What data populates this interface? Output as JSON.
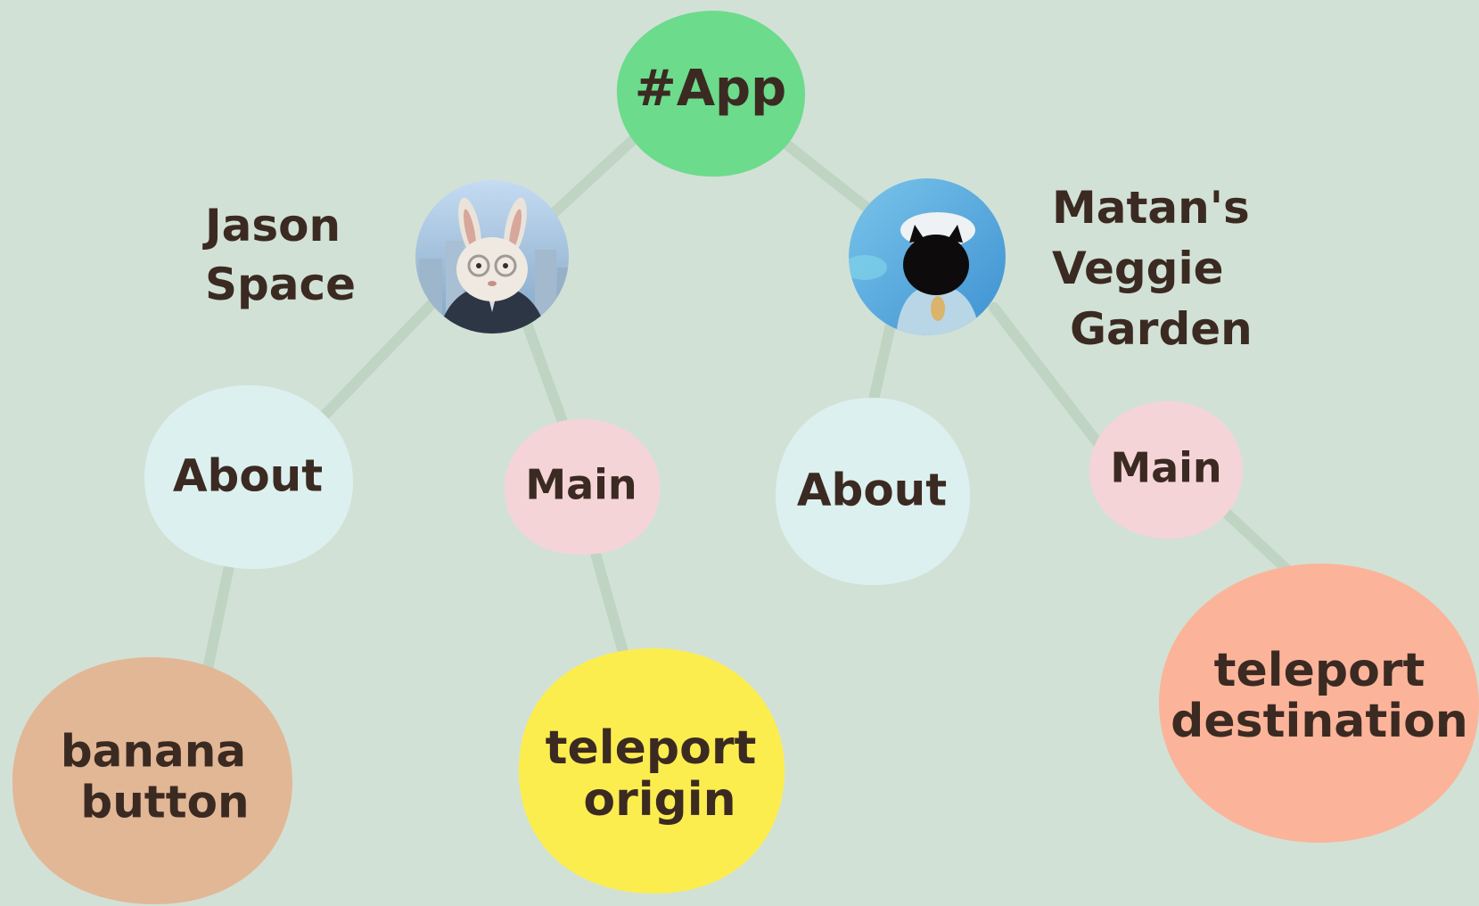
{
  "nodes": {
    "app": {
      "label": "#App",
      "color": "#6cdb8c"
    },
    "jason": {
      "caption": [
        "Jason",
        "Space"
      ],
      "avatar": "bunny-avatar"
    },
    "matan": {
      "caption": [
        "Matan's",
        "Veggie",
        "Garden"
      ],
      "avatar": "cat-avatar"
    },
    "jason_about": {
      "label": "About",
      "color": "#dcf0ef"
    },
    "jason_main": {
      "label": "Main",
      "color": "#f5d4d8"
    },
    "matan_about": {
      "label": "About",
      "color": "#dcf0ef"
    },
    "matan_main": {
      "label": "Main",
      "color": "#f5d4d8"
    },
    "banana": {
      "label": [
        "banana",
        "button"
      ],
      "color": "#e2b796"
    },
    "origin": {
      "label": [
        "teleport",
        "origin"
      ],
      "color": "#fced4f"
    },
    "destination": {
      "label": [
        "teleport",
        "destination"
      ],
      "color": "#fbb49a"
    }
  },
  "colors": {
    "background": "#d2e1d6",
    "edge": "#bfd4c2",
    "text": "#3b2a22"
  }
}
